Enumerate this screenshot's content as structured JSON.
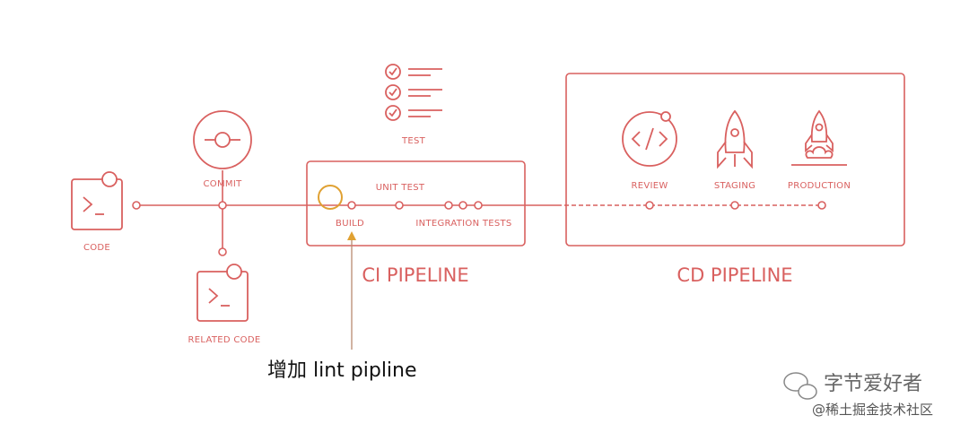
{
  "colors": {
    "accent": "#d9605f",
    "build_marker": "#e0a132",
    "annotation_arrow": "#b88a6f"
  },
  "icons": [
    "terminal-icon",
    "commit-icon",
    "checklist-icon",
    "code-review-icon",
    "rocket-icon",
    "rocket-launch-icon",
    "wechat-icon"
  ],
  "nodes": {
    "code": "CODE",
    "commit": "COMMIT",
    "related_code": "RELATED CODE",
    "test": "TEST",
    "unit_test": "UNIT TEST",
    "build": "BUILD",
    "integration_tests": "INTEGRATION TESTS",
    "review": "REVIEW",
    "staging": "STAGING",
    "production": "PRODUCTION"
  },
  "pipelines": {
    "ci": "CI PIPELINE",
    "cd": "CD PIPELINE"
  },
  "annotation": {
    "text": "增加 lint pipline"
  },
  "watermark": {
    "name": "字节爱好者",
    "source": "@稀土掘金技术社区"
  }
}
